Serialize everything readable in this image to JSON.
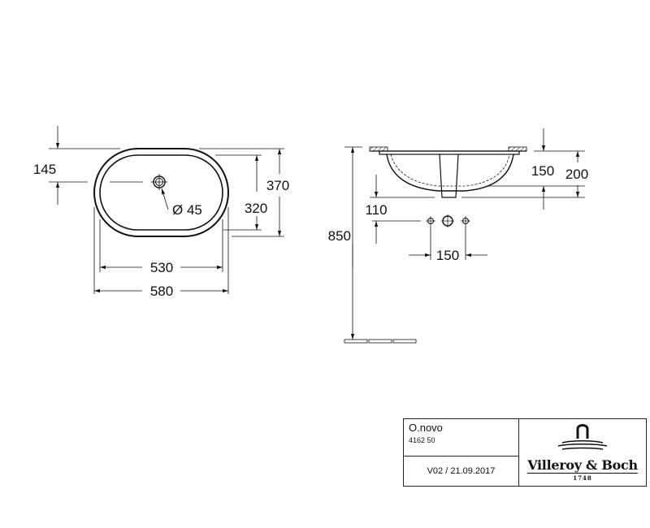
{
  "drawing": {
    "top_view": {
      "dimensions": {
        "drain_offset": "145",
        "outer_depth": "370",
        "inner_depth": "320",
        "drain_diameter": "Ø 45",
        "inner_width": "530",
        "outer_width": "580"
      }
    },
    "side_view": {
      "dimensions": {
        "bowl_depth": "150",
        "total_height": "200",
        "mount_height": "850",
        "tap_hole_offset": "110",
        "tap_spacing": "150"
      }
    }
  },
  "title_block": {
    "product_name": "O.novo",
    "product_code": "4162 50",
    "version_date": "V02 / 21.09.2017",
    "brand": "Villeroy & Boch",
    "brand_year": "1748"
  },
  "colors": {
    "line": "#111111",
    "background": "#ffffff"
  }
}
